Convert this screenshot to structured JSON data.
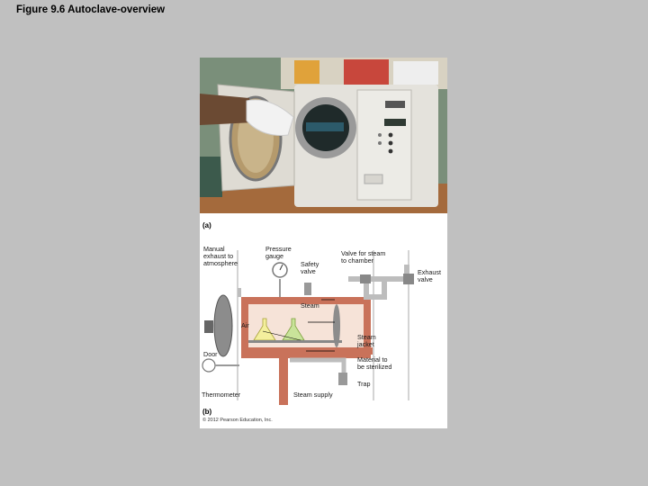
{
  "figure": {
    "title": "Figure 9.6  Autoclave-overview",
    "panel_a_label": "(a)",
    "panel_b_label": "(b)",
    "copyright": "© 2012 Pearson Education, Inc."
  },
  "diagram": {
    "labels": {
      "manual_exhaust": [
        "Manual",
        "exhaust to",
        "atmosphere"
      ],
      "pressure_gauge": [
        "Pressure",
        "gauge"
      ],
      "safety_valve": [
        "Safety",
        "valve"
      ],
      "valve_steam": [
        "Valve for steam",
        "to chamber"
      ],
      "exhaust_valve": [
        "Exhaust",
        "valve"
      ],
      "steam": "Steam",
      "air": "Air",
      "door": "Door",
      "steam_jacket": [
        "Steam",
        "jacket"
      ],
      "material": [
        "Material to",
        "be sterilized"
      ],
      "thermometer": "Thermometer",
      "steam_supply": "Steam supply",
      "trap": "Trap"
    }
  },
  "colors": {
    "background": "#c0c0c0",
    "steam_jacket": "#c9725a",
    "chamber": "#f6e3d8",
    "pipe": "#bdbdbd"
  }
}
